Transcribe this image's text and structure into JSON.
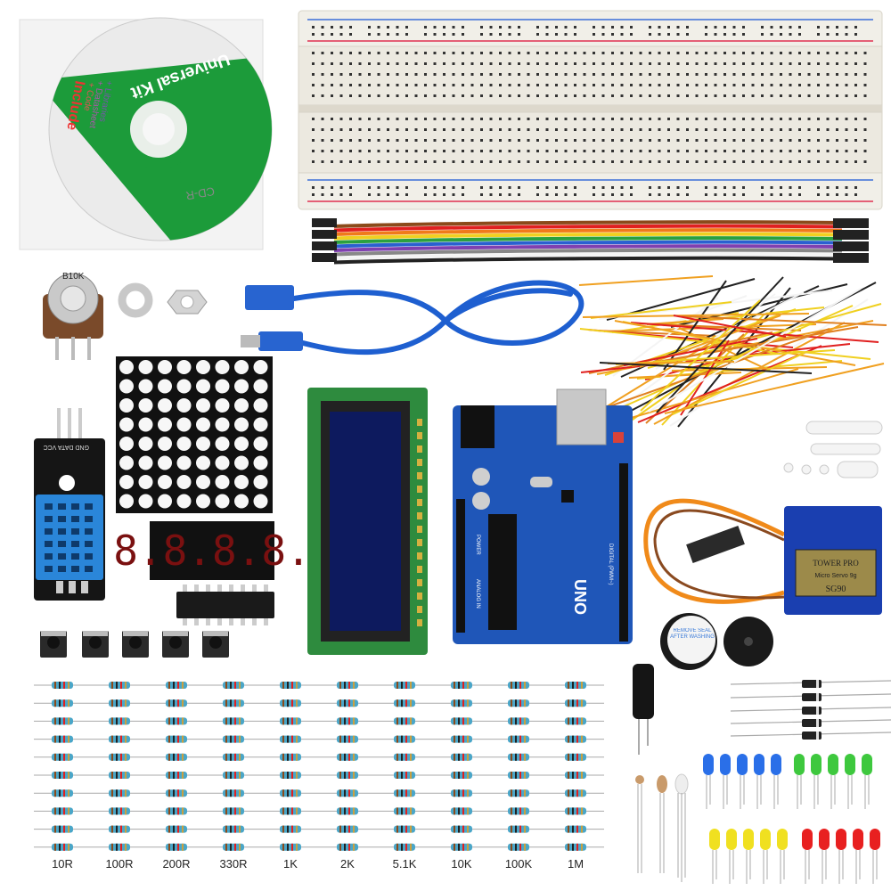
{
  "cd": {
    "title": "Universal Kit",
    "include": "Include",
    "items": [
      "+ Code",
      "+ Datasheet",
      "+ Libraries"
    ],
    "media": "CD-R"
  },
  "potentiometer": {
    "marking": "B10K"
  },
  "dht_module": {
    "pins": "GND DATA VCC"
  },
  "seven_segment": {
    "digits": "8.8.8.8."
  },
  "arduino": {
    "model": "UNO",
    "section_power": "POWER",
    "section_analog": "ANALOG IN",
    "section_digital": "DIGITAL (PWM~)"
  },
  "servo": {
    "brand": "TOWER PRO",
    "model_line": "Micro Servo 9g",
    "model": "SG90"
  },
  "buzzer": {
    "seal_text": "REMOVE SEAL AFTER WASHING"
  },
  "resistors": {
    "labels": [
      "10R",
      "100R",
      "200R",
      "330R",
      "1K",
      "2K",
      "5.1K",
      "10K",
      "100K",
      "1M"
    ],
    "per_value": 10
  },
  "leds": {
    "blue": 5,
    "green": 5,
    "yellow": 5,
    "red": 5
  },
  "colors": {
    "breadboard": "#f1efe8",
    "arduino": "#1f56b8",
    "lcd_pcb": "#2e8b3e",
    "lcd_screen": "#0d1a5e",
    "usb_cable": "#1e5fd0",
    "servo": "#1a3fb0",
    "cd_green": "#1c9b3a"
  }
}
